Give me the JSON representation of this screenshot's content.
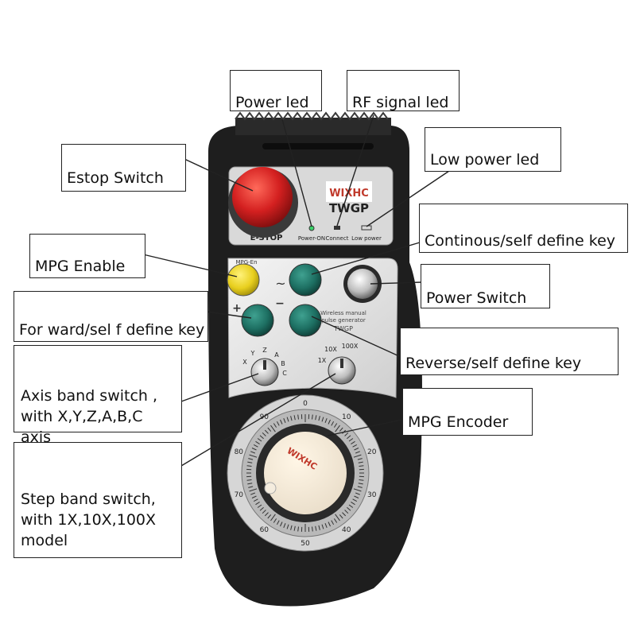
{
  "device": {
    "brand": "WIXHC",
    "model": "TWGP",
    "panel_labels": {
      "estop": "E-STOP",
      "power_on": "Power-ON",
      "rf_connect": "Connect",
      "low_power": "Low power",
      "mpg_en": "MPG-En",
      "wireless_line1": "Wireless manual",
      "wireless_line2": "pulse generator",
      "wireless_model": "TWGP",
      "plus": "+",
      "minus": "−",
      "tilde": "~"
    },
    "axis_labels": [
      "X",
      "Y",
      "Z",
      "A",
      "B",
      "C"
    ],
    "step_labels": [
      "1X",
      "10X",
      "100X"
    ],
    "dial_numbers": [
      "0",
      "10",
      "20",
      "30",
      "40",
      "50",
      "60",
      "70",
      "80",
      "90"
    ],
    "colors": {
      "body": "#1e1e1e",
      "estop": "#d42020",
      "yellow_key": "#e8cf1e",
      "green_key": "#1d6f62",
      "panel": "#e4e4e4"
    }
  },
  "callouts": {
    "power_led": "Power led",
    "rf_signal_led": "RF signal led",
    "low_power_led": "Low power led",
    "estop_switch": "Estop Switch",
    "continous_key": "Continous/self define key",
    "mpg_enable": "MPG Enable",
    "power_switch": "Power Switch",
    "forward_key": "For ward/sel f define key",
    "reverse_key": "Reverse/self define key",
    "axis_switch": [
      "Axis band switch ,",
      "with X,Y,Z,A,B,C axis"
    ],
    "mpg_encoder": "MPG Encoder",
    "step_switch": [
      "Step band switch,",
      "with 1X,10X,100X",
      "model"
    ]
  }
}
